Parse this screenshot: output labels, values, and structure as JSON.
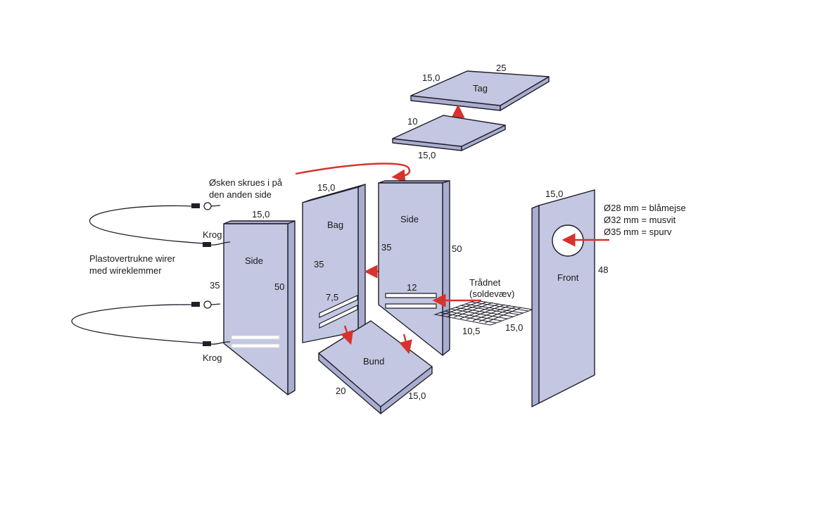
{
  "parts": {
    "roof": {
      "label": "Tag",
      "dim_a": "15,0",
      "dim_b": "25"
    },
    "roof_base": {
      "dim_a": "10",
      "dim_b": "15,0"
    },
    "back": {
      "label": "Bag",
      "dim_top": "15,0",
      "dim_height": "35",
      "slot_label": "7,5"
    },
    "side_left": {
      "label": "Side",
      "dim_top": "15,0",
      "dim_short": "35",
      "dim_tall": "50"
    },
    "side_right": {
      "label": "Side",
      "dim_short": "35",
      "dim_tall": "50",
      "slot_label": "12"
    },
    "bottom": {
      "label": "Bund",
      "dim_a": "20",
      "dim_b": "15,0"
    },
    "front": {
      "label": "Front",
      "dim_top": "15,0",
      "dim_height": "48"
    },
    "mesh": {
      "dim_a": "10,5",
      "dim_b": "15,0"
    }
  },
  "annotations": {
    "eyelet_note_1": "Øsken skrues i på",
    "eyelet_note_2": "den anden side",
    "wires_1": "Plastovertrukne wirer",
    "wires_2": "med wireklemmer",
    "hook_top": "Krog",
    "hook_bottom": "Krog",
    "mesh_1": "Trådnet",
    "mesh_2": "(soldevæv)",
    "hole_1": "Ø28 mm = blåmejse",
    "hole_2": "Ø32 mm = musvit",
    "hole_3": "Ø35 mm = spurv"
  },
  "colors": {
    "panel": "#c3c7e1",
    "outline": "#1f1f2a",
    "arrow": "#d8322d"
  }
}
